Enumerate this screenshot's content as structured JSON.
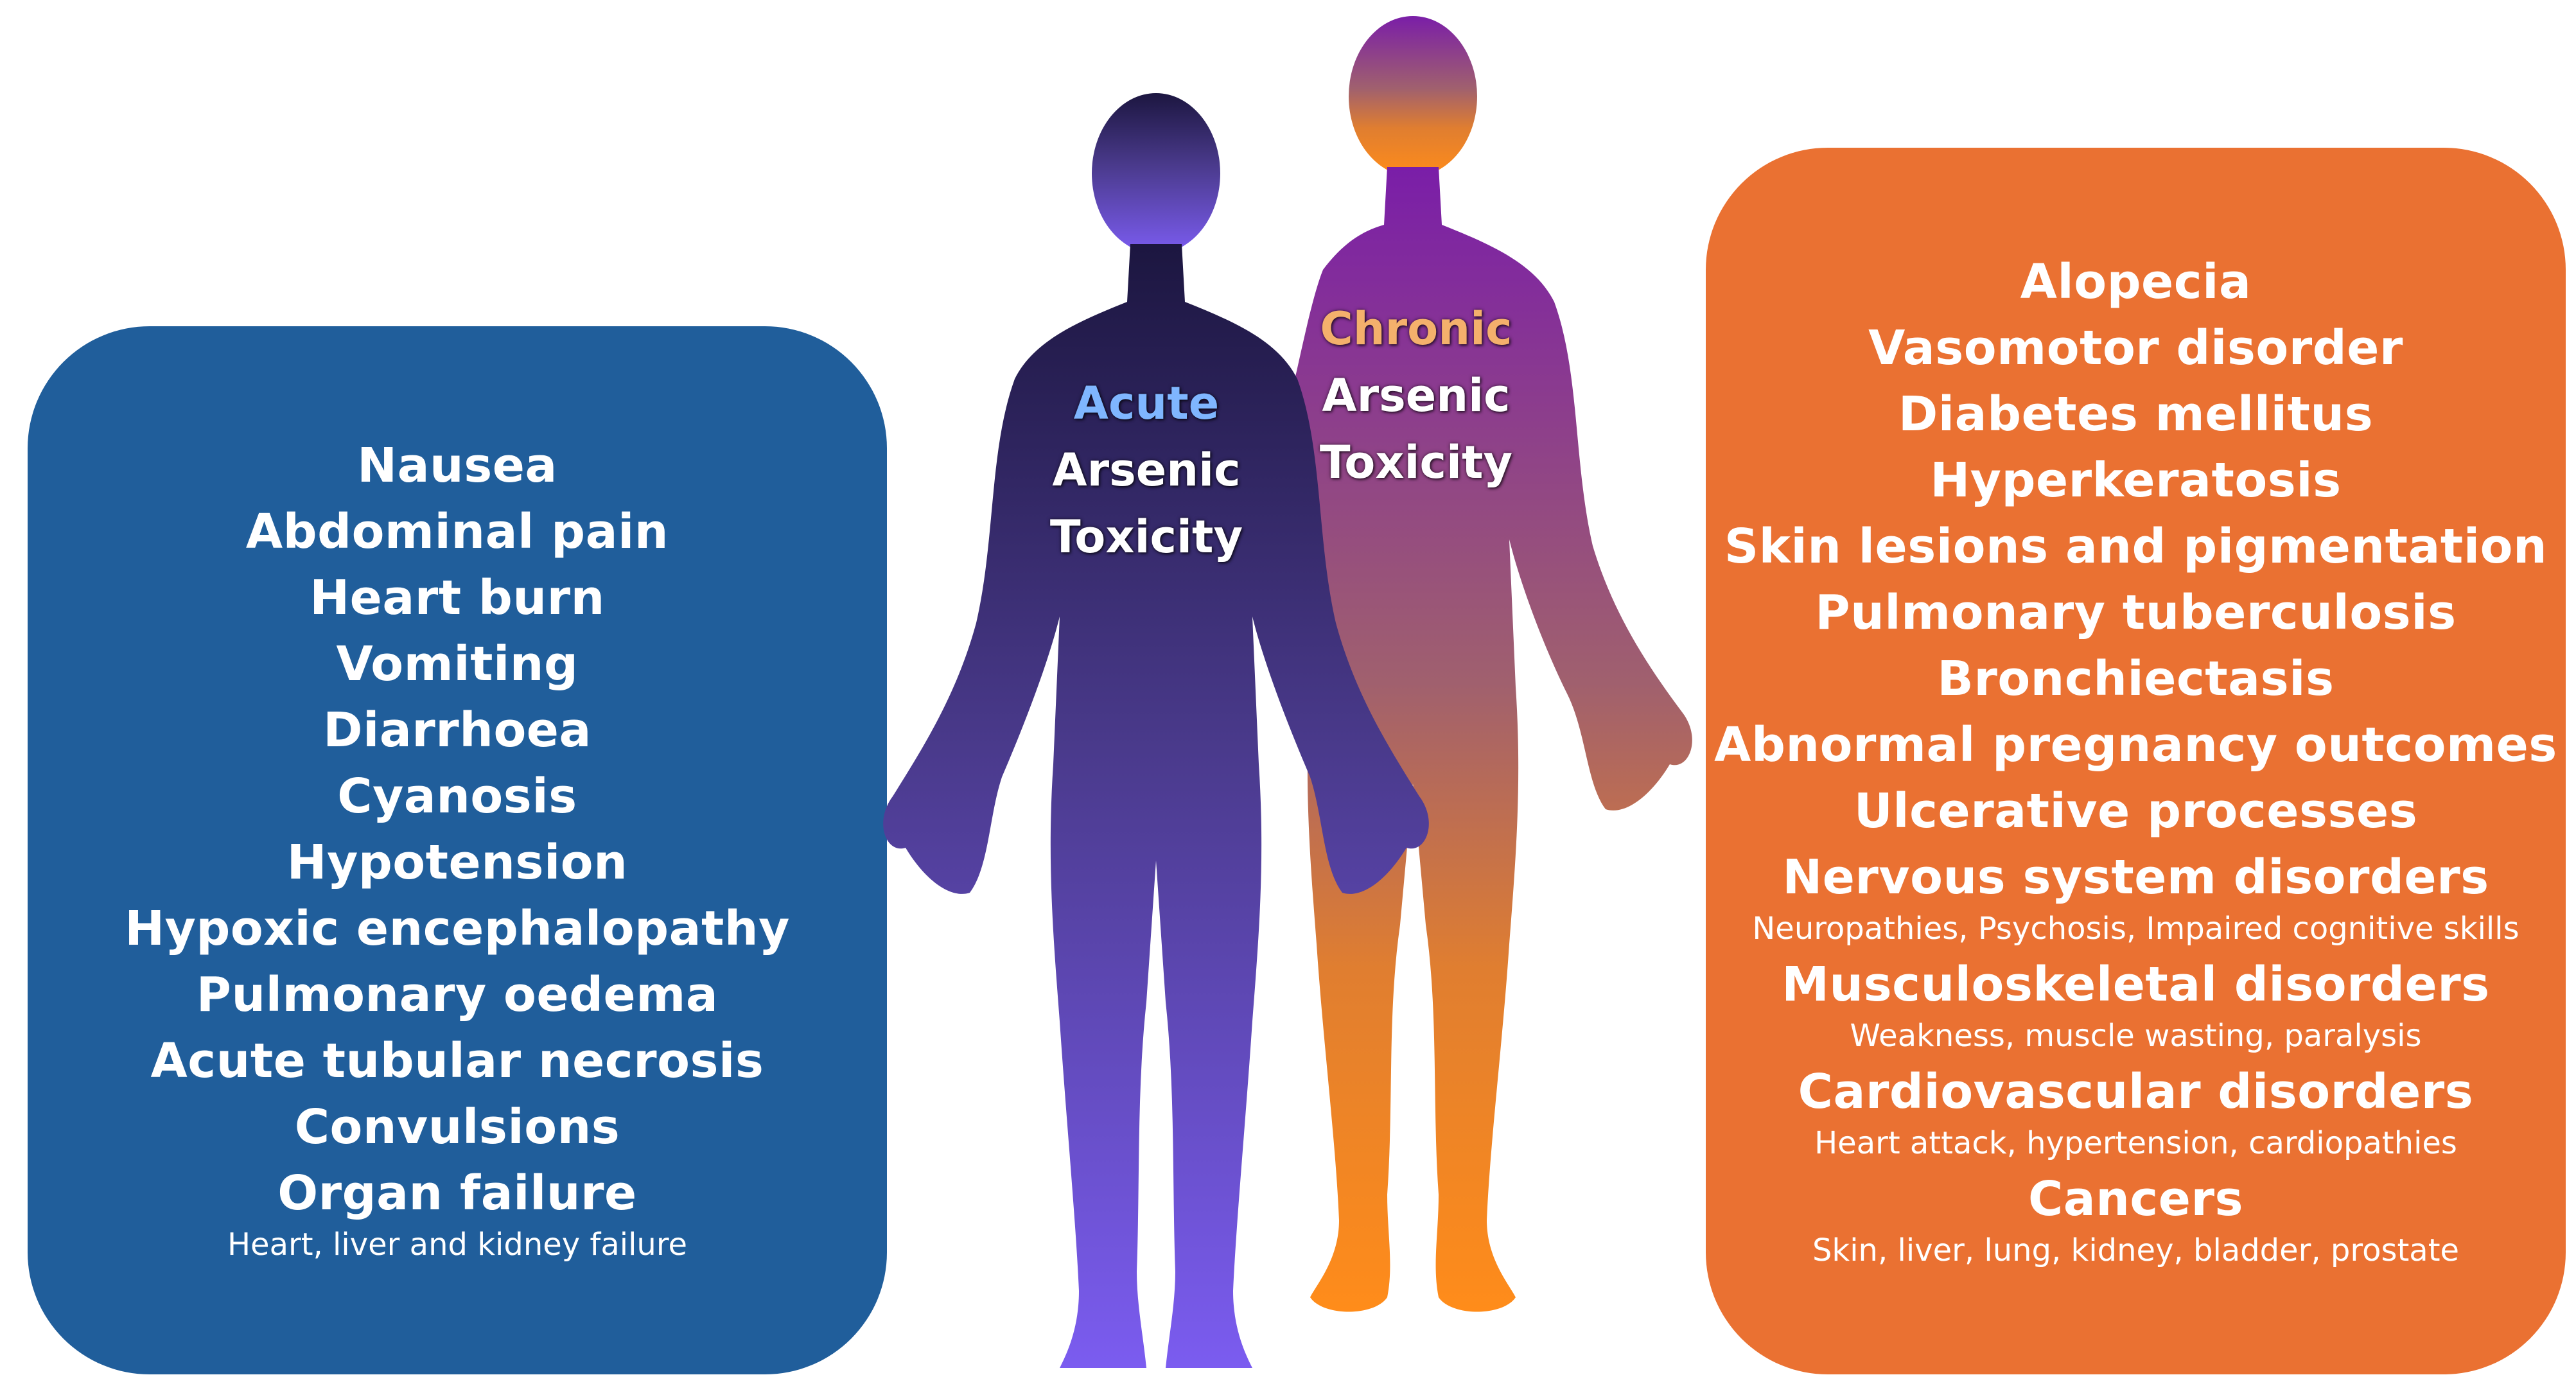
{
  "colors": {
    "acute_panel": "#205e9b",
    "chronic_panel": "#ea7132",
    "acute_keyword": "#7fb6ff",
    "chronic_keyword": "#f4b06c",
    "acute_figure_top": "#1c1640",
    "acute_figure_bottom": "#7b5cf0",
    "chronic_figure_top": "#7a1ea8",
    "chronic_figure_bottom": "#ff8c1a"
  },
  "figures": {
    "acute": {
      "keyword": "Acute",
      "line2": "Arsenic",
      "line3": "Toxicity"
    },
    "chronic": {
      "keyword": "Chronic",
      "line2": "Arsenic",
      "line3": "Toxicity"
    }
  },
  "acute": {
    "items": [
      {
        "name": "Nausea"
      },
      {
        "name": "Abdominal pain"
      },
      {
        "name": "Heart burn"
      },
      {
        "name": "Vomiting"
      },
      {
        "name": "Diarrhoea"
      },
      {
        "name": "Cyanosis"
      },
      {
        "name": "Hypotension"
      },
      {
        "name": "Hypoxic encephalopathy"
      },
      {
        "name": "Pulmonary oedema"
      },
      {
        "name": "Acute tubular necrosis"
      },
      {
        "name": "Convulsions"
      },
      {
        "name": "Organ failure",
        "detail": "Heart, liver and kidney failure"
      }
    ]
  },
  "chronic": {
    "items": [
      {
        "name": "Alopecia"
      },
      {
        "name": "Vasomotor disorder"
      },
      {
        "name": "Diabetes mellitus"
      },
      {
        "name": "Hyperkeratosis"
      },
      {
        "name": "Skin lesions and pigmentation"
      },
      {
        "name": "Pulmonary tuberculosis"
      },
      {
        "name": "Bronchiectasis"
      },
      {
        "name": "Abnormal pregnancy outcomes"
      },
      {
        "name": "Ulcerative processes"
      },
      {
        "name": "Nervous system disorders",
        "detail": "Neuropathies, Psychosis, Impaired cognitive skills"
      },
      {
        "name": "Musculoskeletal disorders",
        "detail": "Weakness, muscle wasting, paralysis"
      },
      {
        "name": "Cardiovascular disorders",
        "detail": "Heart attack, hypertension, cardiopathies"
      },
      {
        "name": "Cancers",
        "detail": "Skin, liver, lung, kidney, bladder, prostate"
      }
    ]
  }
}
